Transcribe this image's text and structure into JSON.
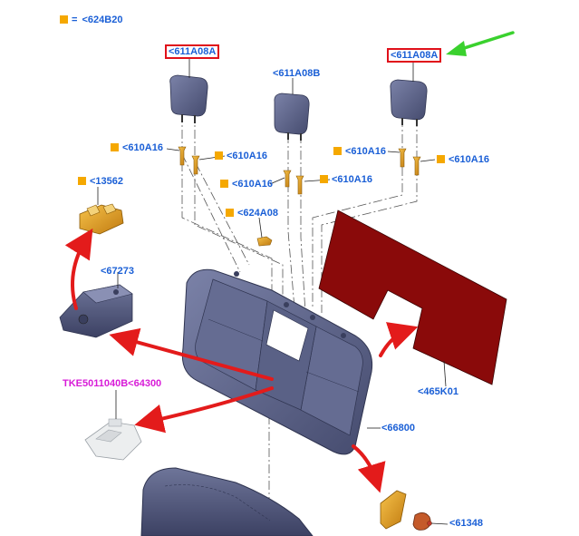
{
  "legend": {
    "symbol_name": "orange-square-icon",
    "equals": "=",
    "code": "<624B20"
  },
  "labels": {
    "headrest_left": "<611A08A",
    "headrest_center": "<611A08B",
    "headrest_right": "<611A08A",
    "pin_left_a": "<610A16",
    "pin_left_b": "<610A16",
    "pin_center_a": "<610A16",
    "pin_center_b": "<610A16",
    "pin_right_a": "<610A16",
    "pin_right_b": "<610A16",
    "clip_center": "<624A08",
    "bracket_top": "<13562",
    "hinge_block": "<67273",
    "hinge_cover": "TKE5011040B<64300",
    "back_panel": "<465K01",
    "seat_back": "<66800",
    "latch": "<61348"
  },
  "colors": {
    "label_blue": "#1a5fd6",
    "highlight_red": "#e0101a",
    "pointer_green": "#3ad12e",
    "arrow_red": "#e31b1b",
    "marker_orange": "#f5a800",
    "panel_maroon": "#8a0a0a",
    "seat_fabric": "#5d6488",
    "magenta_label": "#d81bd8"
  }
}
